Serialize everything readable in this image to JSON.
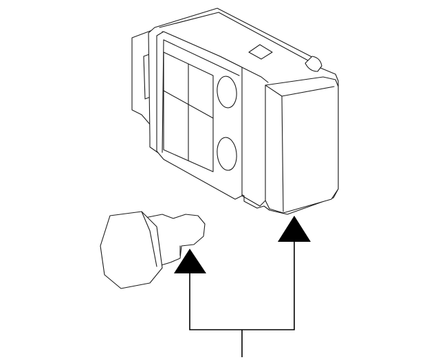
{
  "diagram": {
    "parts": [
      {
        "name": "module-housing"
      },
      {
        "name": "hex-bolt"
      }
    ],
    "callouts": [
      {
        "name": "arrow-bolt"
      },
      {
        "name": "arrow-module"
      }
    ],
    "colors": {
      "line": "#1a1a1a",
      "arrow": "#000000",
      "background": "#ffffff"
    }
  }
}
